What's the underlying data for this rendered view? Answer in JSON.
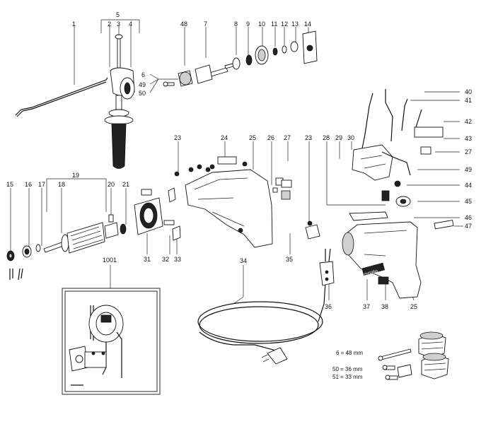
{
  "part_numbers": [
    "1",
    "2",
    "3",
    "4",
    "5",
    "6",
    "7",
    "8",
    "9",
    "10",
    "11",
    "12",
    "13",
    "14",
    "15",
    "16",
    "17",
    "18",
    "19",
    "20",
    "21",
    "23",
    "23",
    "24",
    "25",
    "25",
    "26",
    "27",
    "27",
    "28",
    "29",
    "30",
    "31",
    "32",
    "33",
    "34",
    "35",
    "36",
    "37",
    "38",
    "40",
    "41",
    "42",
    "43",
    "44",
    "45",
    "46",
    "47",
    "48",
    "49",
    "50",
    "51",
    "1001"
  ],
  "legend": {
    "line1": "6 = 48 mm",
    "line2": "50 = 36 mm",
    "line3": "51 = 33 mm"
  },
  "nameplate_text": "metabo",
  "colors": {
    "line": "#111111",
    "background": "#ffffff",
    "shade": "#cfcfcf"
  }
}
